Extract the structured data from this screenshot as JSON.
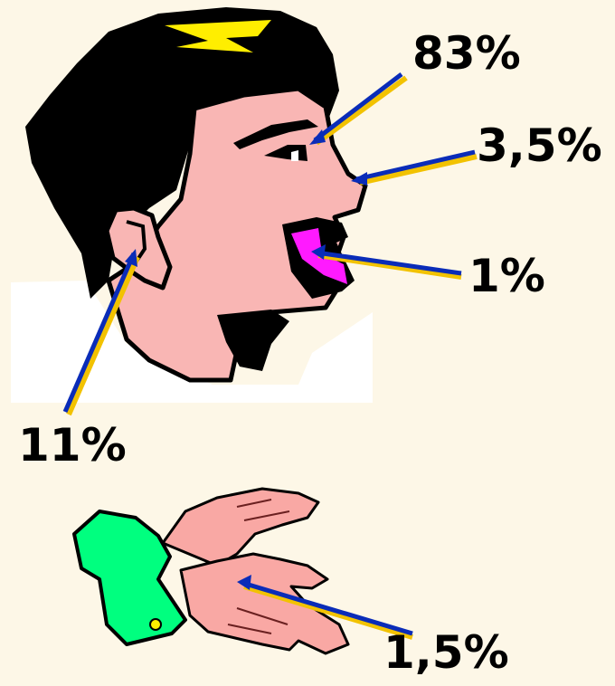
{
  "senses": {
    "sight": {
      "percent": "83%"
    },
    "smell": {
      "percent": "3,5%"
    },
    "taste": {
      "percent": "1%"
    },
    "hearing": {
      "percent": "11%"
    },
    "touch": {
      "percent": "1,5%"
    }
  },
  "colors": {
    "background": "#fdf7e7",
    "skin": "#f9b6b4",
    "hair": "#000000",
    "tongue": "#ff1aff",
    "cuff": "#00ff7f",
    "halo": "#ffee00",
    "arrow_blue": "#0a2cb8",
    "arrow_gold": "#f2c200"
  }
}
